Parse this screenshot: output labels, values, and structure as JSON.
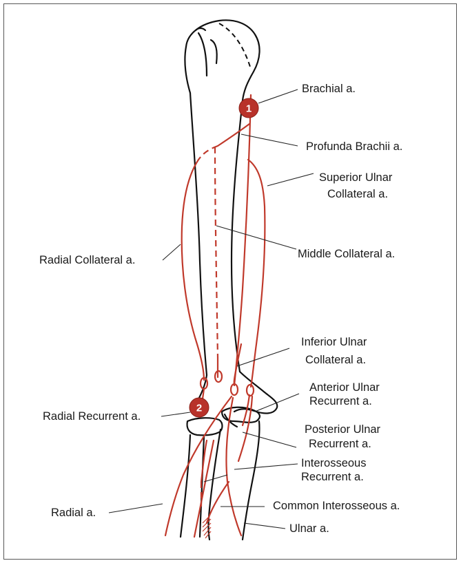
{
  "colors": {
    "artery": "#c0392b",
    "bone": "#111111",
    "marker_fill": "#b8322a"
  },
  "markers": [
    {
      "id": "1",
      "label": "1"
    },
    {
      "id": "2",
      "label": "2"
    }
  ],
  "labels": {
    "brachial": "Brachial a.",
    "profunda": "Profunda Brachii a.",
    "sup_ulnar_1": "Superior Ulnar",
    "sup_ulnar_2": "Collateral a.",
    "radial_coll": "Radial Collateral a.",
    "middle_coll": "Middle Collateral a.",
    "inf_ulnar_1": "Inferior Ulnar",
    "inf_ulnar_2": "Collateral a.",
    "ant_ulnar_1": "Anterior Ulnar",
    "ant_ulnar_2": "Recurrent a.",
    "radial_rec": "Radial Recurrent a.",
    "post_ulnar_1": "Posterior Ulnar",
    "post_ulnar_2": "Recurrent a.",
    "interosseous_1": "Interosseous",
    "interosseous_2": "Recurrent a.",
    "radial": "Radial a.",
    "common_inter": "Common Interosseous a.",
    "ulnar": "Ulnar a."
  }
}
